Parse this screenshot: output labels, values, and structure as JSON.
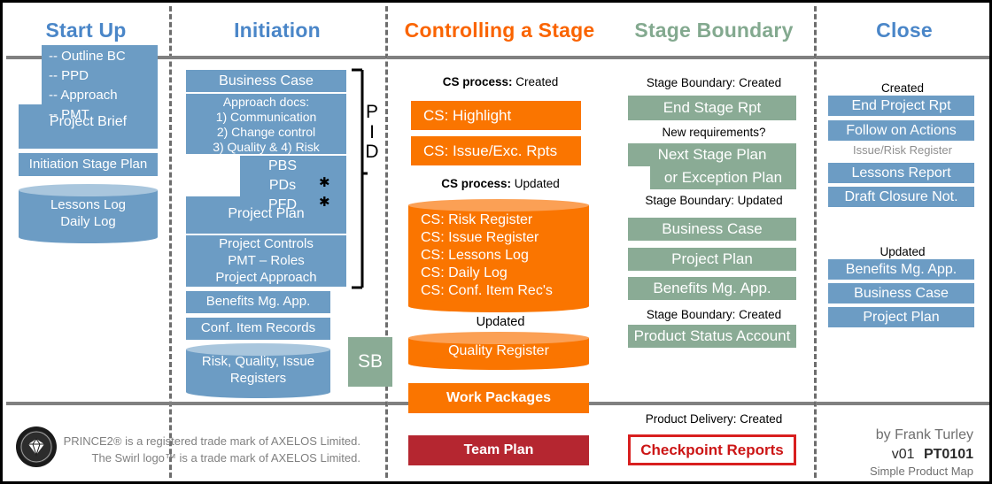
{
  "columns": [
    {
      "id": "startup",
      "title": "Start Up",
      "color": "#4a86c8"
    },
    {
      "id": "initiation",
      "title": "Initiation",
      "color": "#4a86c8"
    },
    {
      "id": "controlling",
      "title": "Controlling a Stage",
      "color": "#fa6400"
    },
    {
      "id": "boundary",
      "title": "Stage Boundary",
      "color": "#83a98f"
    },
    {
      "id": "close",
      "title": "Close",
      "color": "#4a86c8"
    }
  ],
  "startup": {
    "brief_lines": [
      "-- Outline BC",
      "-- PPD",
      "-- Approach",
      "-- PMT"
    ],
    "brief_label": "Project Brief",
    "initiation_stage_plan": "Initiation Stage Plan",
    "logs": [
      "Lessons Log",
      "Daily Log"
    ]
  },
  "initiation": {
    "business_case": "Business Case",
    "approach_docs": [
      "Approach docs:",
      "1) Communication",
      "2) Change control",
      "3) Quality & 4) Risk"
    ],
    "plan_lines": [
      "PBS",
      "PDs",
      "PFD"
    ],
    "project_plan": "Project Plan",
    "controls": [
      "Project Controls",
      "PMT – Roles",
      "Project Approach"
    ],
    "benefits": "Benefits Mg. App.",
    "conf_items": "Conf. Item Records",
    "registers": [
      "Risk, Quality, Issue",
      "Registers"
    ],
    "pid_letters": [
      "P",
      "I",
      "D"
    ],
    "sb_label": "SB",
    "star": "✱"
  },
  "controlling": {
    "caption_created_bold": "CS process:",
    "caption_created_rest": " Created",
    "highlight": "CS:  Highlight",
    "issue_exc": "CS:  Issue/Exc. Rpts",
    "caption_updated_bold": "CS process:",
    "caption_updated_rest": " Updated",
    "updated_registers": [
      "CS: Risk Register",
      "CS: Issue  Register",
      "CS: Lessons Log",
      "CS: Daily Log",
      "CS: Conf. Item Rec's"
    ],
    "caption_updated2": "Updated",
    "quality_register": "Quality Register",
    "work_packages": "Work Packages",
    "team_plan": "Team Plan"
  },
  "boundary": {
    "cap_created1": "Stage Boundary: Created",
    "end_stage_rpt": "End Stage  Rpt",
    "cap_new_req": "New requirements?",
    "next_stage_plan": "Next Stage  Plan",
    "or_exception_plan": "or Exception  Plan",
    "cap_updated": "Stage Boundary: Updated",
    "business_case": "Business Case",
    "project_plan": "Project  Plan",
    "benefits": "Benefits  Mg. App.",
    "cap_created2": "Stage Boundary: Created",
    "product_status_account": "Product Status Account",
    "cap_product_delivery": "Product Delivery: Created",
    "checkpoint_reports": "Checkpoint Reports"
  },
  "close": {
    "cap_created": "Created",
    "created_items": [
      "End Project Rpt",
      "Follow on Actions"
    ],
    "issue_risk_register": "Issue/Risk Register",
    "created_items2": [
      "Lessons Report",
      "Draft Closure Not."
    ],
    "cap_updated": "Updated",
    "updated_items": [
      "Benefits Mg. App.",
      "Business Case",
      "Project Plan"
    ]
  },
  "footer": {
    "trademark_line1": "PRINCE2® is a registered trade mark of AXELOS Limited.",
    "trademark_line2": "The Swirl logo™ is a trade mark of AXELOS Limited.",
    "author": "by Frank Turley",
    "version": "v01",
    "code": "PT0101",
    "subtitle": "Simple Product Map"
  }
}
